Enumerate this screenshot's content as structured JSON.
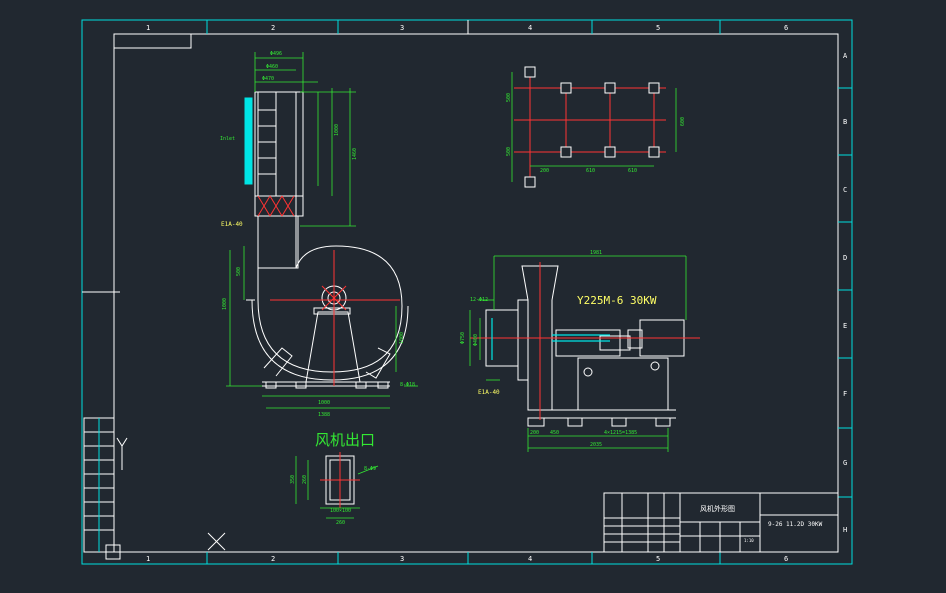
{
  "colors": {
    "background": "#212830",
    "frame": "#00dede",
    "border": "#ffffff",
    "dimension": "#33e833",
    "centerline": "#ff3333",
    "part": "#ffffff",
    "motor_label": "#ffff66",
    "accent": "#00e5e5"
  },
  "border": {
    "columns": [
      "1",
      "2",
      "3",
      "4",
      "5",
      "6"
    ],
    "rows": [
      "A",
      "B",
      "C",
      "D",
      "E",
      "F",
      "G",
      "H"
    ]
  },
  "labels": {
    "outlet_title": "风机出口",
    "motor": "Y225M-6 30KW",
    "flange_note_left": "E1A-40",
    "flange_note_bottom": "E1A-40",
    "holes_note": "12-Φ12",
    "foundation_note": "8-Φ18"
  },
  "title_block": {
    "drawing_title": "风机外形图",
    "model": "9-26 11.2D 30KW",
    "scale": "1:10"
  },
  "icons": {
    "ucs_icon": "ucs-y-axis-icon",
    "viewport_cross": "viewport-cross-icon"
  }
}
